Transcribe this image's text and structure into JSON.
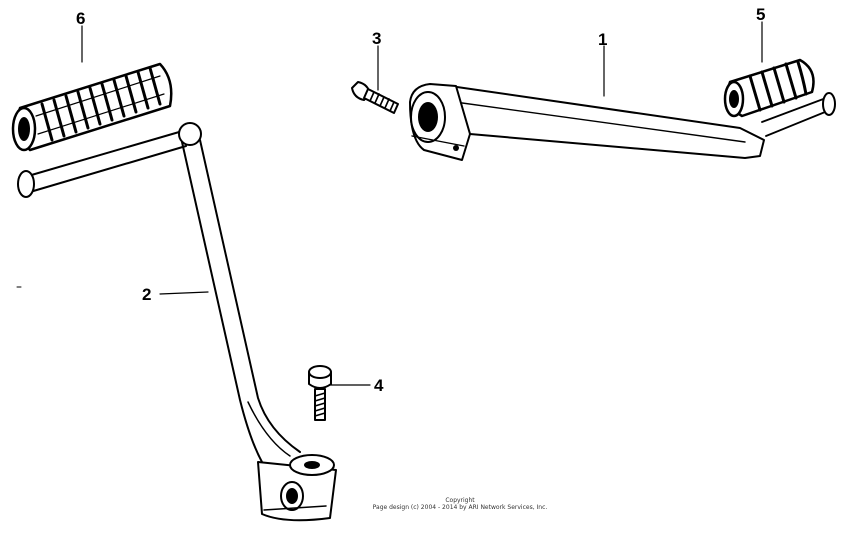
{
  "callouts": {
    "part_1": "1",
    "part_2": "2",
    "part_3": "3",
    "part_4": "4",
    "part_5": "5",
    "part_6": "6"
  },
  "copyright": {
    "line1": "Copyright",
    "line2": "Page design (c) 2004 - 2014 by ARI Network Services, Inc."
  },
  "colors": {
    "ink": "#000000",
    "paper": "#ffffff"
  }
}
